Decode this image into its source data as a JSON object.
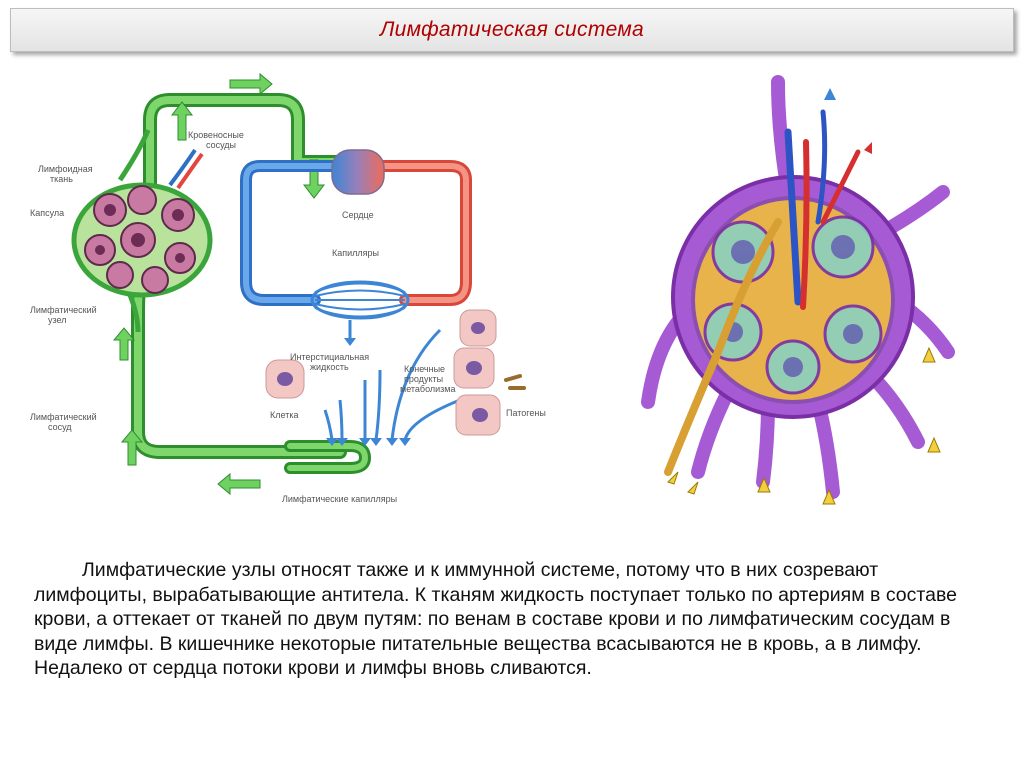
{
  "slide": {
    "title": "Лимфатическая система",
    "paragraph": "Лимфатические узлы относят также и к иммунной системе, потому что в них созревают лимфоциты, вырабатывающие антитела. К тканям жидкость поступает только по артериям в составе крови, а оттекает от тканей по двум путям: по венам в составе крови и по лимфатическим сосудам в виде лимфы. В кишечнике некоторые питательные вещества всасываются не в кровь, а в лимфу. Недалеко от сердца потоки крови и лимфы вновь сливаются."
  },
  "diagram": {
    "labels": {
      "blood_vessels_1": "Кровеносные",
      "blood_vessels_2": "сосуды",
      "lymphoid_1": "Лимфоидная",
      "lymphoid_2": "ткань",
      "capsule": "Капсула",
      "node_1": "Лимфатический",
      "node_2": "узел",
      "vessel_1": "Лимфатический",
      "vessel_2": "сосуд",
      "heart": "Сердце",
      "capillaries": "Капилляры",
      "interstitial_1": "Интерстициальная",
      "interstitial_2": "жидкость",
      "metabolism_1": "Конечные",
      "metabolism_2": "продукты",
      "metabolism_3": "метаболизма",
      "cell": "Клетка",
      "pathogens": "Патогены",
      "lymph_capillaries": "Лимфатические капилляры"
    },
    "colors": {
      "lymph": "#4cc24a",
      "vein": "#3d86d6",
      "artery": "#ef6b5a",
      "node_tissue": "#8a3f6c",
      "cell": "#f3c7c4"
    }
  },
  "illustration": {
    "colors": {
      "capsule": "#a65bd4",
      "tissue": "#e8b34a",
      "vein": "#2d54c4",
      "artery": "#d62f2f"
    }
  }
}
